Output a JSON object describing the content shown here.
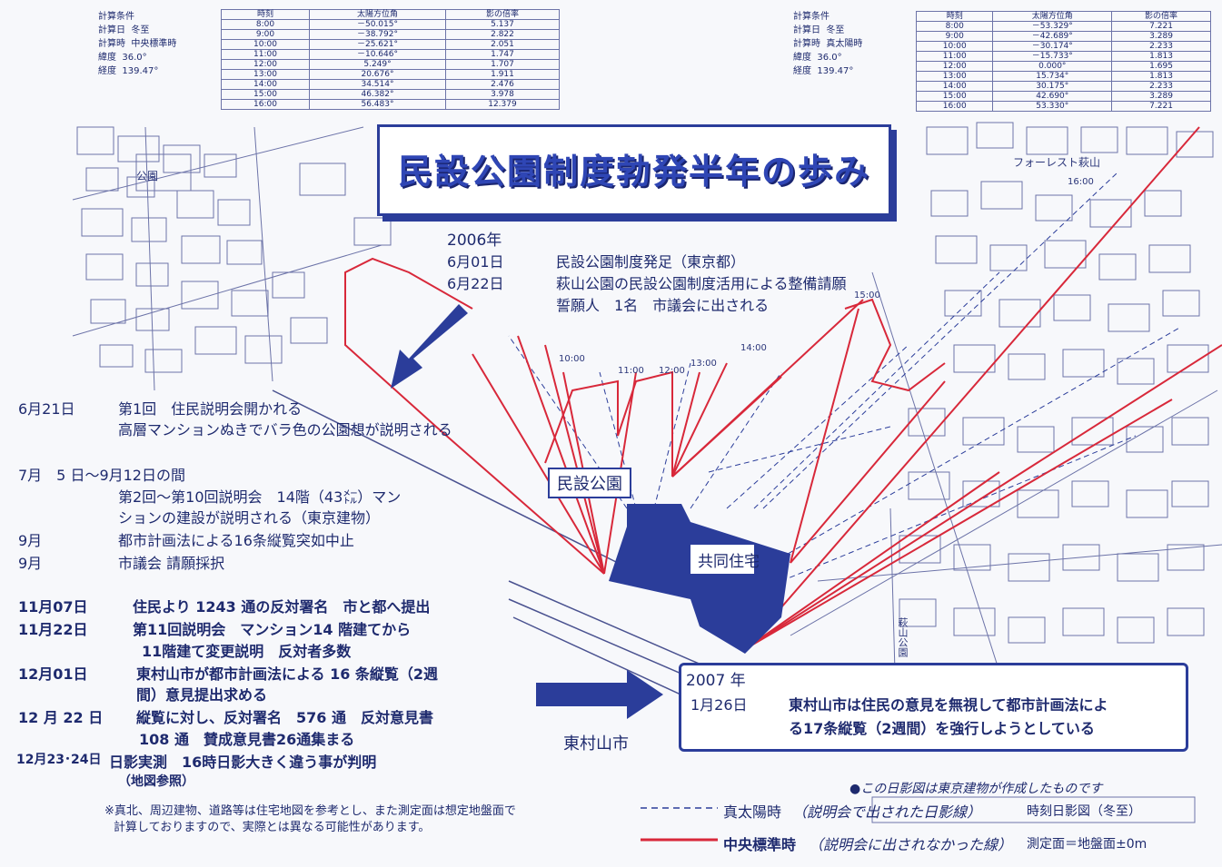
{
  "left_conditions": {
    "header": "計算条件",
    "rows": [
      {
        "label": "計算日",
        "value": "冬至"
      },
      {
        "label": "計算時",
        "value": "中央標準時"
      },
      {
        "label": "緯度",
        "value": "36.0°"
      },
      {
        "label": "経度",
        "value": "139.47°"
      }
    ]
  },
  "left_table": {
    "headers": [
      "時刻",
      "太陽方位角",
      "影の倍率"
    ],
    "rows": [
      [
        "8:00",
        "－50.015°",
        "5.137"
      ],
      [
        "9:00",
        "－38.792°",
        "2.822"
      ],
      [
        "10:00",
        "－25.621°",
        "2.051"
      ],
      [
        "11:00",
        "－10.646°",
        "1.747"
      ],
      [
        "12:00",
        "5.249°",
        "1.707"
      ],
      [
        "13:00",
        "20.676°",
        "1.911"
      ],
      [
        "14:00",
        "34.514°",
        "2.476"
      ],
      [
        "15:00",
        "46.382°",
        "3.978"
      ],
      [
        "16:00",
        "56.483°",
        "12.379"
      ]
    ]
  },
  "right_conditions": {
    "header": "計算条件",
    "rows": [
      {
        "label": "計算日",
        "value": "冬至"
      },
      {
        "label": "計算時",
        "value": "真太陽時"
      },
      {
        "label": "緯度",
        "value": "36.0°"
      },
      {
        "label": "経度",
        "value": "139.47°"
      }
    ]
  },
  "right_table": {
    "headers": [
      "時刻",
      "太陽方位角",
      "影の倍率"
    ],
    "rows": [
      [
        "8:00",
        "－53.329°",
        "7.221"
      ],
      [
        "9:00",
        "－42.689°",
        "3.289"
      ],
      [
        "10:00",
        "－30.174°",
        "2.233"
      ],
      [
        "11:00",
        "－15.733°",
        "1.813"
      ],
      [
        "12:00",
        "0.000°",
        "1.695"
      ],
      [
        "13:00",
        "15.734°",
        "1.813"
      ],
      [
        "14:00",
        "30.175°",
        "2.233"
      ],
      [
        "15:00",
        "42.690°",
        "3.289"
      ],
      [
        "16:00",
        "53.330°",
        "7.221"
      ]
    ]
  },
  "title": "民設公園制度勃発半年の歩み",
  "year_2006": "2006年",
  "events_top": [
    {
      "date": "6月01日",
      "text": "民設公園制度発足（東京都）"
    },
    {
      "date": "6月22日",
      "text": "萩山公園の民設公園制度活用による整備請願"
    },
    {
      "date": "",
      "text": "誓願人　1名　市議会に出される"
    }
  ],
  "events_left": [
    {
      "date": "6月21日",
      "text": "第1回　住民説明会開かれる"
    },
    {
      "date": "",
      "text": "高層マンションぬきでバラ色の公園想が説明される"
    },
    {
      "date": "7月　5 日～9月12日の間",
      "text": ""
    },
    {
      "date": "",
      "text": "第2回～第10回説明会　14階（43㍍）マン"
    },
    {
      "date": "",
      "text": "ションの建設が説明される（東京建物）"
    },
    {
      "date": "9月",
      "text": "都市計画法による16条縦覧突如中止"
    },
    {
      "date": "9月",
      "text": "市議会 請願採択"
    },
    {
      "date": "11月07日",
      "text": "住民より 1243 通の反対署名　市と都へ提出"
    },
    {
      "date": "11月22日",
      "text": "第11回説明会　マンション14 階建てから"
    },
    {
      "date": "",
      "text": "11階建て変更説明　反対者多数"
    },
    {
      "date": "12月01日",
      "text": "東村山市が都市計画法による 16 条縦覧（2週"
    },
    {
      "date": "",
      "text": "間）意見提出求める"
    },
    {
      "date": "12 月 22 日",
      "text": "縦覧に対し、反対署名　576 通　反対意見書"
    },
    {
      "date": "",
      "text": "108 通　賛成意見書26通集まる"
    },
    {
      "date": "12月23･24日",
      "text": "日影実測　16時日影大きく違う事が判明"
    },
    {
      "date": "",
      "text": "（地図参照）"
    }
  ],
  "box_2007": {
    "year": "2007 年",
    "date": "1月26日",
    "line1": "東村山市は住民の意見を無視して都市計画法によ",
    "line2": "る17条縦覧（2週間）を強行しようとしている"
  },
  "map_labels": {
    "park": "民設公園",
    "housing": "共同住宅",
    "city": "東村山市",
    "forest": "フォーレスト萩山",
    "kouen": "公園",
    "hagiyama": "萩山公園",
    "times": [
      "10:00",
      "11:00",
      "12:00",
      "13:00",
      "14:00",
      "15:00",
      "16:00"
    ]
  },
  "footnote": {
    "line1": "※真北、周辺建物、道路等は住宅地図を参考とし、また測定面は想定地盤面で",
    "line2": "計算しておりますので、実際とは異なる可能性があります。"
  },
  "legend": {
    "handnote": "●この日影図は東京建物が作成したものです",
    "blue_label": "真太陽時",
    "blue_hand": "（説明会で出された日影線）",
    "blue_right": "時刻日影図（冬至）",
    "red_label": "中央標準時",
    "red_hand": "（説明会に出されなかった線）",
    "red_right": "測定面＝地盤面±0m"
  },
  "colors": {
    "ink": "#1e2a6e",
    "blue": "#2b3d9a",
    "red": "#d8283a"
  }
}
